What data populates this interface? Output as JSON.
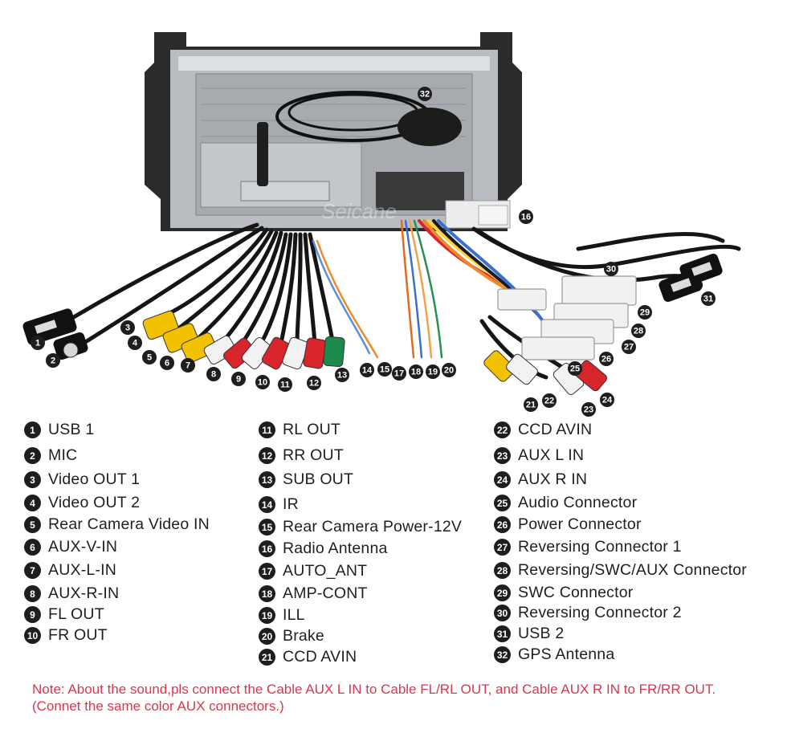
{
  "watermark": "Seicane",
  "legend": {
    "col1": [
      {
        "num": "1",
        "label": "USB 1"
      },
      {
        "num": "2",
        "label": "MIC"
      },
      {
        "num": "3",
        "label": "Video OUT 1"
      },
      {
        "num": "4",
        "label": "Video OUT 2"
      },
      {
        "num": "5",
        "label": "Rear Camera Video IN"
      },
      {
        "num": "6",
        "label": "AUX-V-IN"
      },
      {
        "num": "7",
        "label": "AUX-L-IN"
      },
      {
        "num": "8",
        "label": "AUX-R-IN"
      },
      {
        "num": "9",
        "label": "FL OUT"
      },
      {
        "num": "10",
        "label": "FR OUT"
      }
    ],
    "col2": [
      {
        "num": "11",
        "label": "RL OUT"
      },
      {
        "num": "12",
        "label": "RR OUT"
      },
      {
        "num": "13",
        "label": "SUB OUT"
      },
      {
        "num": "14",
        "label": "IR"
      },
      {
        "num": "15",
        "label": "Rear Camera Power-12V"
      },
      {
        "num": "16",
        "label": "Radio Antenna"
      },
      {
        "num": "17",
        "label": "AUTO_ANT"
      },
      {
        "num": "18",
        "label": "AMP-CONT"
      },
      {
        "num": "19",
        "label": "ILL"
      },
      {
        "num": "20",
        "label": "Brake"
      },
      {
        "num": "21",
        "label": "CCD AVIN"
      }
    ],
    "col3": [
      {
        "num": "22",
        "label": "CCD AVIN"
      },
      {
        "num": "23",
        "label": "AUX L IN"
      },
      {
        "num": "24",
        "label": "AUX R IN"
      },
      {
        "num": "25",
        "label": "Audio Connector"
      },
      {
        "num": "26",
        "label": "Power Connector"
      },
      {
        "num": "27",
        "label": "Reversing Connector 1"
      },
      {
        "num": "28",
        "label": "Reversing/SWC/AUX Connector"
      },
      {
        "num": "29",
        "label": "SWC Connector"
      },
      {
        "num": "30",
        "label": "Reversing Connector 2"
      },
      {
        "num": "31",
        "label": "USB 2"
      },
      {
        "num": "32",
        "label": "GPS Antenna"
      }
    ]
  },
  "note": "Note: About the sound,pls connect the Cable AUX L IN to Cable FL/RL OUT, and Cable AUX R IN to FR/RR OUT.(Connet the same color AUX connectors.)",
  "colors": {
    "note": "#d9364f",
    "rca_yellow": "#f2c200",
    "rca_white": "#f2f2f2",
    "rca_red": "#d8242b",
    "rca_green": "#1b8a4a",
    "callout": "#1e1e1e"
  },
  "callouts": [
    "1",
    "2",
    "3",
    "4",
    "5",
    "6",
    "7",
    "8",
    "9",
    "10",
    "11",
    "12",
    "13",
    "14",
    "15",
    "16",
    "17",
    "18",
    "19",
    "20",
    "21",
    "22",
    "23",
    "24",
    "25",
    "26",
    "27",
    "28",
    "29",
    "30",
    "31",
    "32"
  ]
}
